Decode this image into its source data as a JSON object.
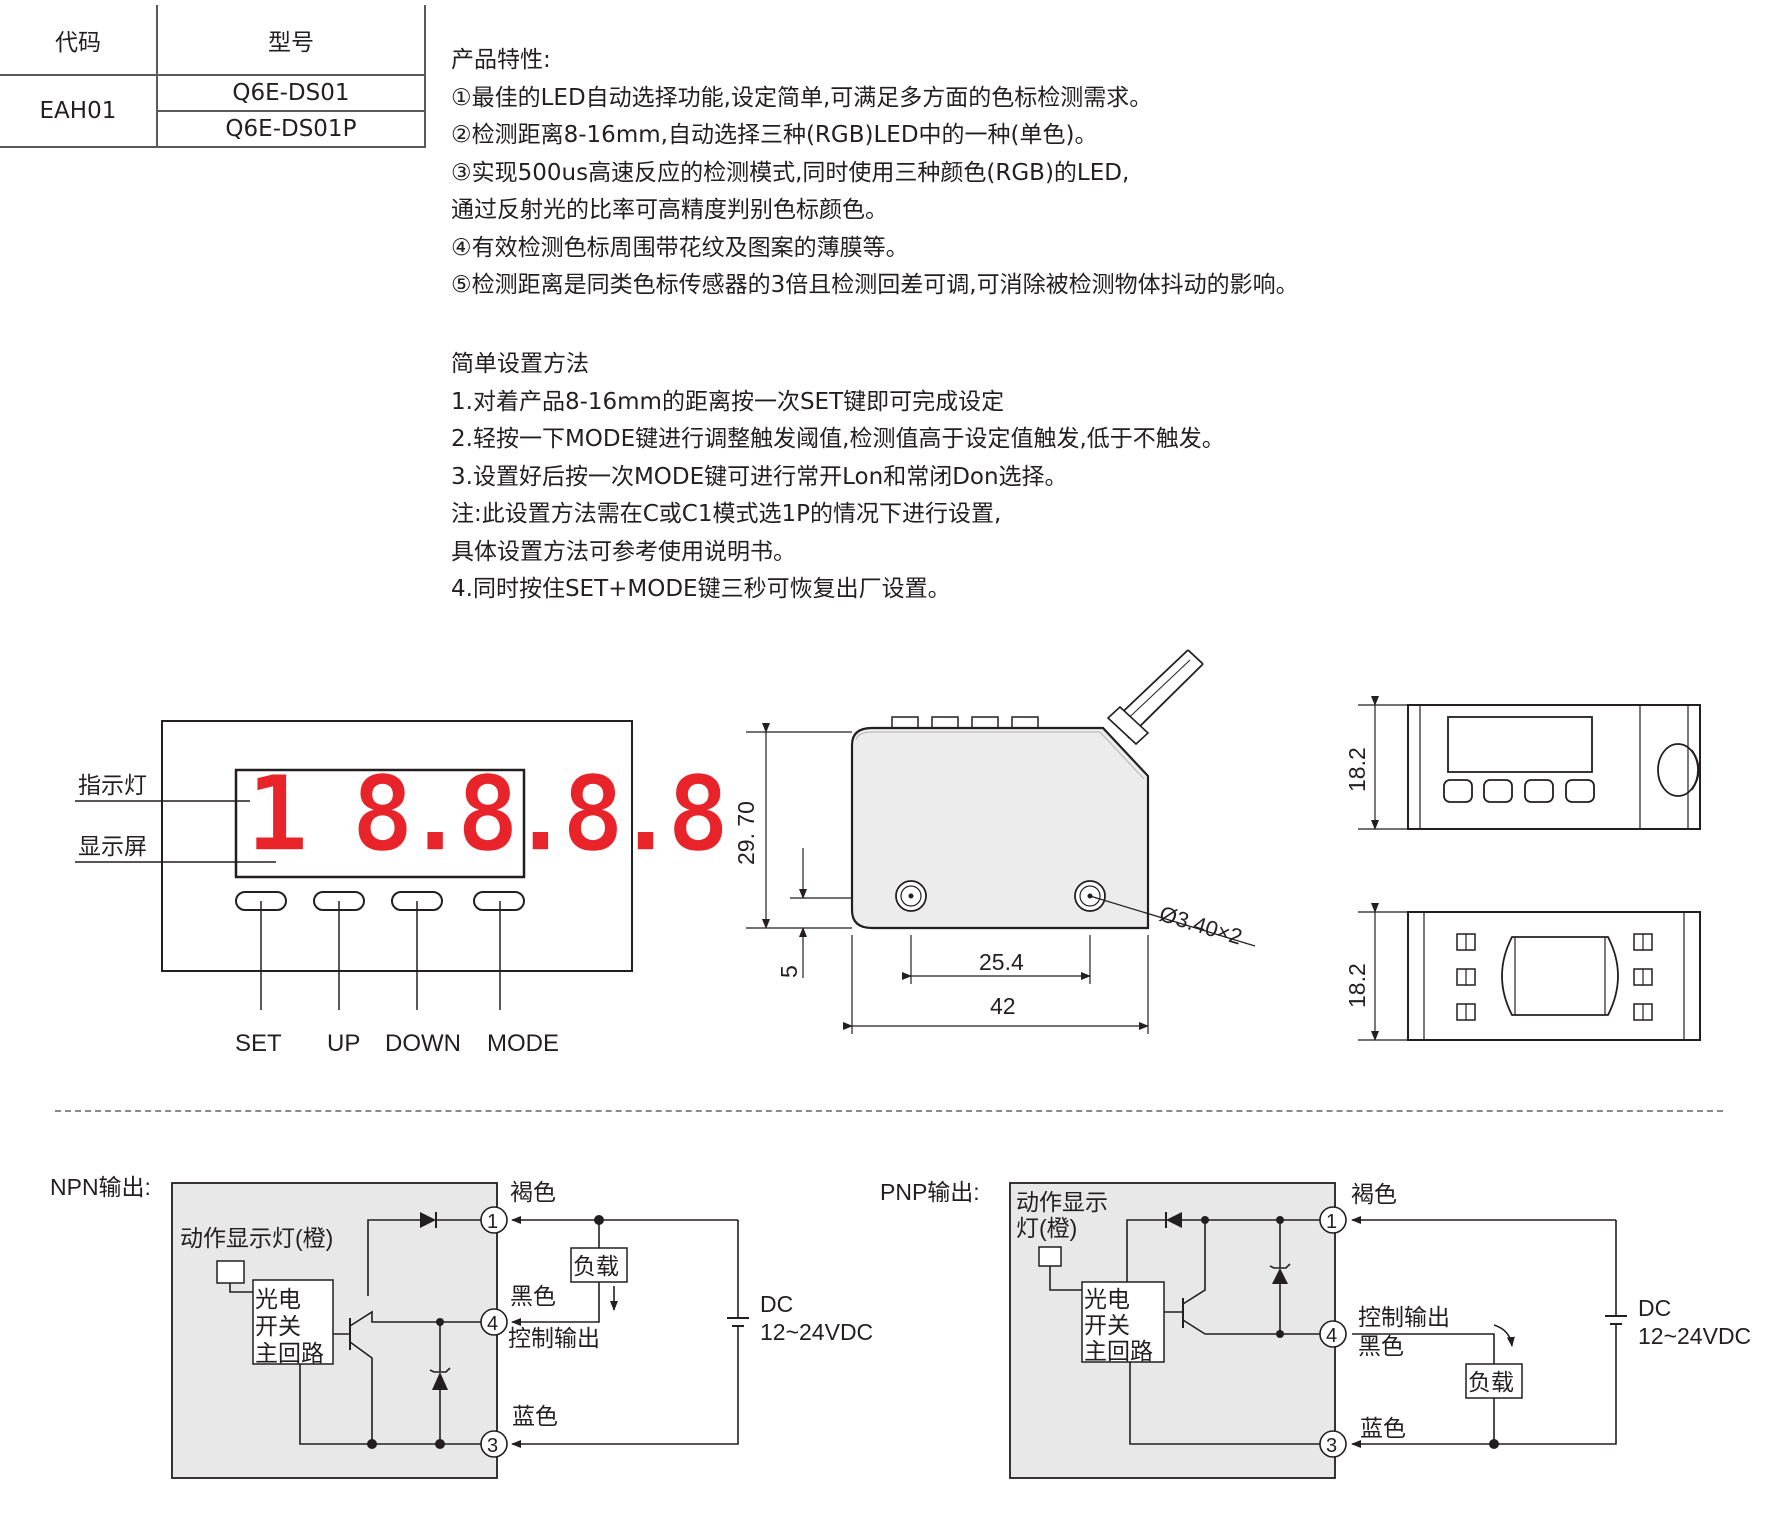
{
  "table": {
    "header_code": "代码",
    "header_model": "型号",
    "code": "EAH01",
    "models": [
      "Q6E-DS01",
      "Q6E-DS01P"
    ]
  },
  "features": {
    "title": "产品特性:",
    "lines": [
      "①最佳的LED自动选择功能,设定简单,可满足多方面的色标检测需求。",
      "②检测距离8-16mm,自动选择三种(RGB)LED中的一种(单色)。",
      "③实现500us高速反应的检测模式,同时使用三种颜色(RGB)的LED,",
      "通过反射光的比率可高精度判别色标颜色。",
      "④有效检测色标周围带花纹及图案的薄膜等。",
      "⑤检测距离是同类色标传感器的3倍且检测回差可调,可消除被检测物体抖动的影响。"
    ]
  },
  "setup": {
    "title": "简单设置方法",
    "lines": [
      "1.对着产品8-16mm的距离按一次SET键即可完成设定",
      "2.轻按一下MODE键进行调整触发阈值,检测值高于设定值触发,低于不触发。",
      "3.设置好后按一次MODE键可进行常开Lon和常闭Don选择。",
      "注:此设置方法需在C或C1模式选1P的情况下进行设置,",
      "具体设置方法可参考使用说明书。",
      "4.同时按住SET+MODE键三秒可恢复出厂设置。"
    ]
  },
  "panel": {
    "indicator_label": "指示灯",
    "display_label": "显示屏",
    "display_digits": "1 8.8.8.8",
    "buttons": [
      "SET",
      "UP",
      "DOWN",
      "MODE"
    ],
    "digit_color": "#e8242a"
  },
  "dimensions": {
    "height": "29. 70",
    "offset": "5",
    "hole_spacing": "25.4",
    "width": "42",
    "hole_dia": "Ø3.40×2",
    "side_height_top": "18.2",
    "side_height_bottom": "18.2"
  },
  "npn": {
    "title": "NPN输出:",
    "indicator": "动作显示灯(橙)",
    "main_circuit": [
      "光电",
      "开关",
      "主回路"
    ],
    "brown": "褐色",
    "black": "黑色",
    "control_output": "控制输出",
    "blue": "蓝色",
    "load": "负载",
    "dc": "DC",
    "voltage": "12~24VDC",
    "pins": [
      "1",
      "4",
      "3"
    ]
  },
  "pnp": {
    "title": "PNP输出:",
    "indicator": [
      "动作显示",
      "灯(橙)"
    ],
    "main_circuit": [
      "光电",
      "开关",
      "主回路"
    ],
    "brown": "褐色",
    "control_output": "控制输出",
    "black": "黑色",
    "blue": "蓝色",
    "load": "负载",
    "dc": "DC",
    "voltage": "12~24VDC",
    "pins": [
      "1",
      "4",
      "3"
    ]
  }
}
